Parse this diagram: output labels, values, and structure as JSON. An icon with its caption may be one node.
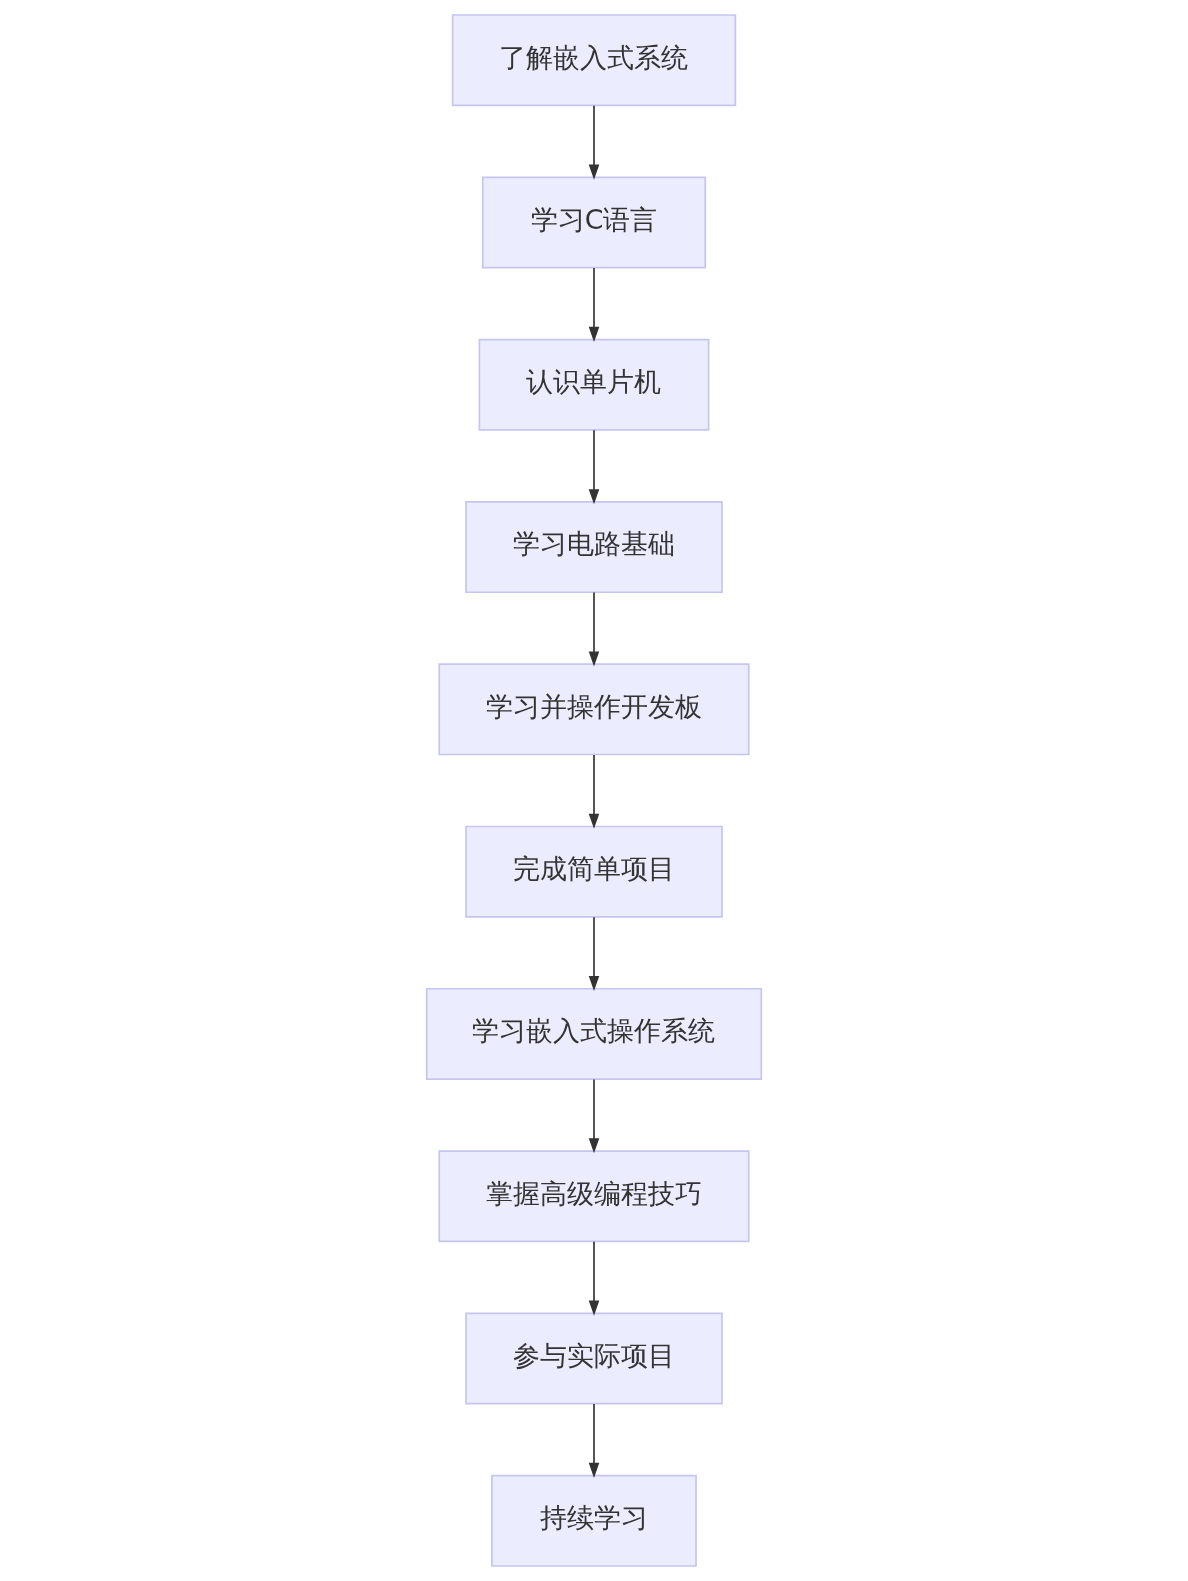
{
  "diagram": {
    "nodes": [
      {
        "text": [
          "了解嵌入式系统"
        ]
      },
      {
        "text": [
          "学习C语言"
        ]
      },
      {
        "text": [
          "认识单片机"
        ]
      },
      {
        "text": [
          "学习电路基础"
        ]
      },
      {
        "text": [
          "学习并操作开发板"
        ]
      },
      {
        "text": [
          "完成简单项目"
        ]
      },
      {
        "text": [
          "学习嵌入式操作系统"
        ]
      },
      {
        "text": [
          "掌握高级编程技巧"
        ]
      },
      {
        "text": [
          "参与实际项目"
        ]
      },
      {
        "text": [
          "持续学习"
        ]
      }
    ],
    "edges": [
      {
        "from": 0,
        "to": 1,
        "arrow": "to"
      },
      {
        "from": 1,
        "to": 2,
        "arrow": "to"
      },
      {
        "from": 2,
        "to": 3,
        "arrow": "to"
      },
      {
        "from": 3,
        "to": 4,
        "arrow": "to"
      },
      {
        "from": 4,
        "to": 5,
        "arrow": "to"
      },
      {
        "from": 5,
        "to": 6,
        "arrow": "to"
      },
      {
        "from": 6,
        "to": 7,
        "arrow": "to"
      },
      {
        "from": 7,
        "to": 8,
        "arrow": "to"
      },
      {
        "from": 8,
        "to": 9,
        "arrow": "to"
      }
    ]
  }
}
